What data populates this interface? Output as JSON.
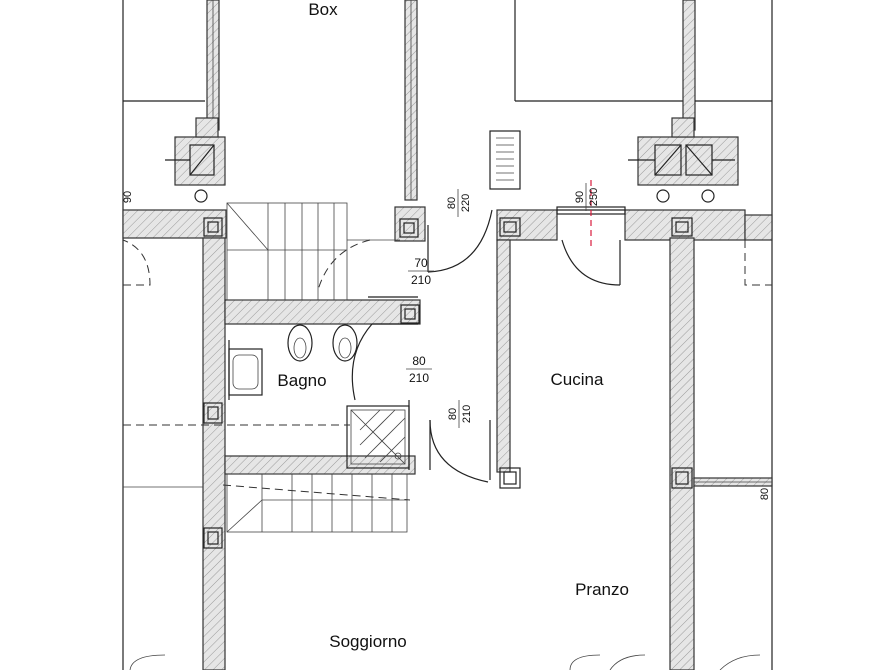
{
  "rooms": {
    "box": "Box",
    "bagno": "Bagno",
    "cucina": "Cucina",
    "pranzo": "Pranzo",
    "soggiorno": "Soggiorno"
  },
  "doors": {
    "d1_w": "80",
    "d1_h": "220",
    "d2_w": "70",
    "d2_h": "210",
    "d3_w": "80",
    "d3_h": "210",
    "d4_w": "80",
    "d4_h": "210",
    "d5_w": "90",
    "d5_h": "250",
    "edge_left": "90",
    "edge_right": "80"
  }
}
